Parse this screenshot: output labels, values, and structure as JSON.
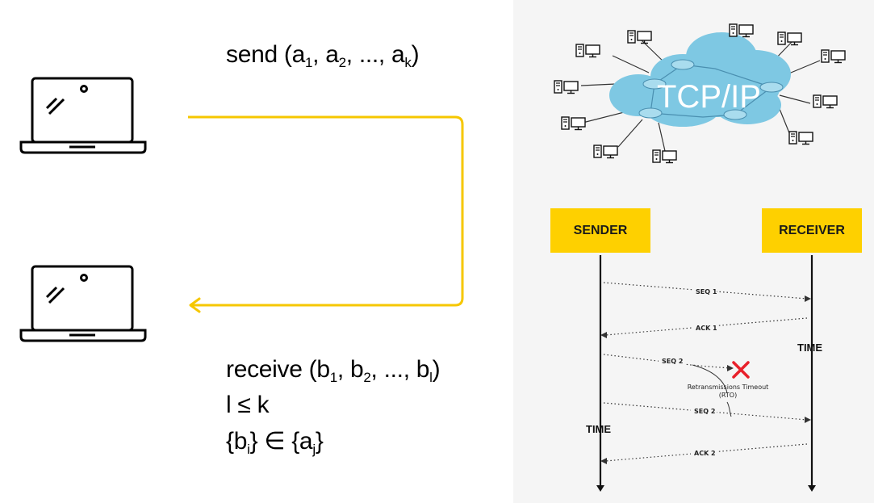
{
  "left": {
    "send_text": "send (a",
    "send_sub1": "1",
    "send_mid1": ", a",
    "send_sub2": "2",
    "send_mid2": ", ..., a",
    "send_subk": "k",
    "send_end": ")",
    "receive_text": "receive (b",
    "receive_sub1": "1",
    "receive_mid1": ", b",
    "receive_sub2": "2",
    "receive_mid2": ", ..., b",
    "receive_subl": "l",
    "receive_end": ")",
    "cond1": "l ≤ k",
    "cond2_a": "{b",
    "cond2_sub_i": "i",
    "cond2_b": "} ∈ {a",
    "cond2_sub_j": "j",
    "cond2_c": "}"
  },
  "network": {
    "cloud_label": "TCP/IP"
  },
  "sequence": {
    "sender_label": "SENDER",
    "receiver_label": "RECEIVER",
    "messages": [
      "SEQ 1",
      "ACK 1",
      "SEQ 2",
      "SEQ 2",
      "ACK 2"
    ],
    "rto_line1": "Retransmissions Timeout",
    "rto_line2": "(RTO)",
    "receiver_time": "TIME",
    "sender_time": "TIME"
  },
  "colors": {
    "accent_yellow": "#fed000",
    "arrow_yellow": "#f6c700",
    "cloud_blue": "#7ec8e3",
    "cross_red": "#e8202a",
    "panel_gray": "#f5f5f5"
  }
}
